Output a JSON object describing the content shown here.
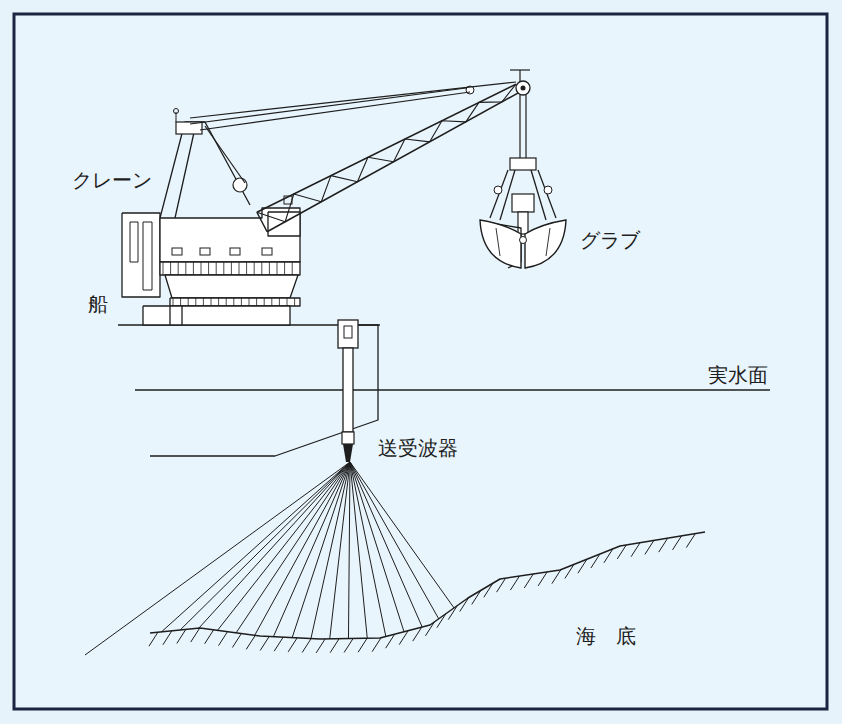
{
  "diagram": {
    "labels": [
      "クレーン",
      "グラブ",
      "船",
      "実水面",
      "送受波器",
      "海　底"
    ]
  }
}
